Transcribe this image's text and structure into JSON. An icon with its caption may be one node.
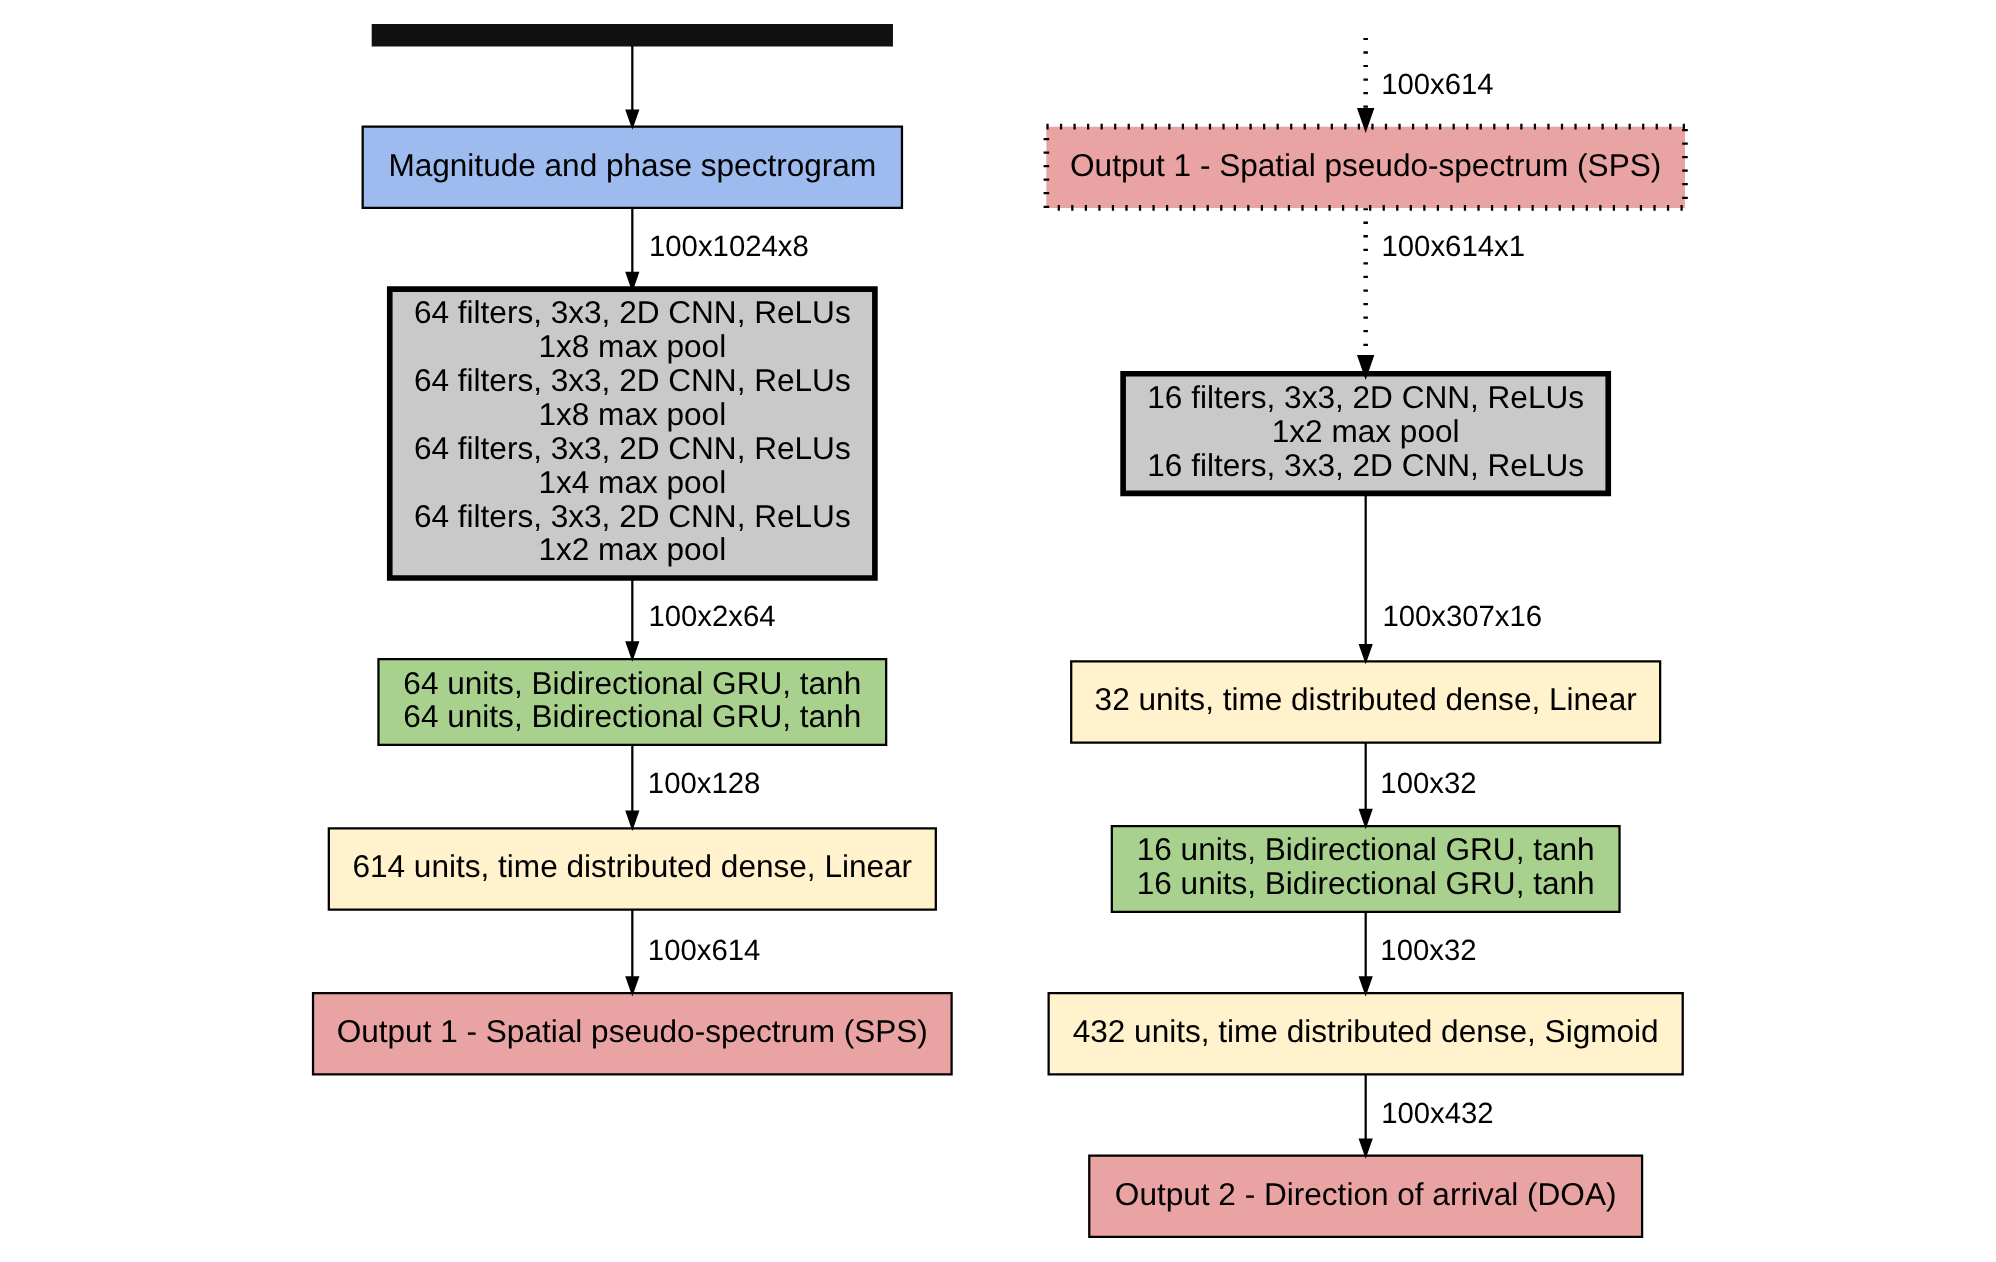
{
  "diagram": {
    "nodes": [
      {
        "text": [],
        "shape": "bar"
      },
      {
        "text": [
          "Magnitude and phase spectrogram"
        ]
      },
      {
        "text": [
          "64 filters, 3x3, 2D CNN, ReLUs",
          "1x8 max pool",
          "64 filters, 3x3, 2D CNN, ReLUs",
          "1x8 max pool",
          "64 filters, 3x3, 2D CNN, ReLUs",
          "1x4 max pool",
          "64 filters, 3x3, 2D CNN, ReLUs",
          "1x2 max pool"
        ]
      },
      {
        "text": [
          "64 units, Bidirectional GRU, tanh",
          "64 units, Bidirectional GRU, tanh"
        ]
      },
      {
        "text": [
          "614 units, time distributed dense, Linear"
        ]
      },
      {
        "text": [
          "Output 1 - Spatial pseudo-spectrum (SPS)"
        ]
      },
      {
        "text": [
          "Output 1 - Spatial pseudo-spectrum (SPS)"
        ]
      },
      {
        "text": [
          "16 filters, 3x3, 2D CNN, ReLUs",
          "1x2 max pool",
          "16 filters, 3x3, 2D CNN, ReLUs"
        ]
      },
      {
        "text": [
          "32 units, time distributed dense, Linear"
        ]
      },
      {
        "text": [
          "16 units, Bidirectional GRU, tanh",
          "16 units, Bidirectional GRU, tanh"
        ]
      },
      {
        "text": [
          "432 units, time distributed dense, Sigmoid"
        ]
      },
      {
        "text": [
          "Output 2 - Direction of arrival (DOA)"
        ]
      }
    ],
    "edges": [
      {
        "from": 0,
        "to": 1,
        "arrow": "to"
      },
      {
        "from": 1,
        "to": 2,
        "arrow": "to",
        "label": "100x1024x8"
      },
      {
        "from": 2,
        "to": 3,
        "arrow": "to",
        "label": "100x2x64"
      },
      {
        "from": 3,
        "to": 4,
        "arrow": "to",
        "label": "100x128"
      },
      {
        "from": 4,
        "to": 5,
        "arrow": "to",
        "label": "100x614"
      },
      {
        "from": null,
        "to": 6,
        "arrow": "to",
        "label": "100x614",
        "style": "dashed"
      },
      {
        "from": 6,
        "to": 7,
        "arrow": "to",
        "label": "100x614x1",
        "style": "dashed"
      },
      {
        "from": 7,
        "to": 8,
        "arrow": "to",
        "label": "100x307x16"
      },
      {
        "from": 8,
        "to": 9,
        "arrow": "to",
        "label": "100x32"
      },
      {
        "from": 9,
        "to": 10,
        "arrow": "to",
        "label": "100x32"
      },
      {
        "from": 10,
        "to": 11,
        "arrow": "to",
        "label": "100x432"
      }
    ]
  }
}
